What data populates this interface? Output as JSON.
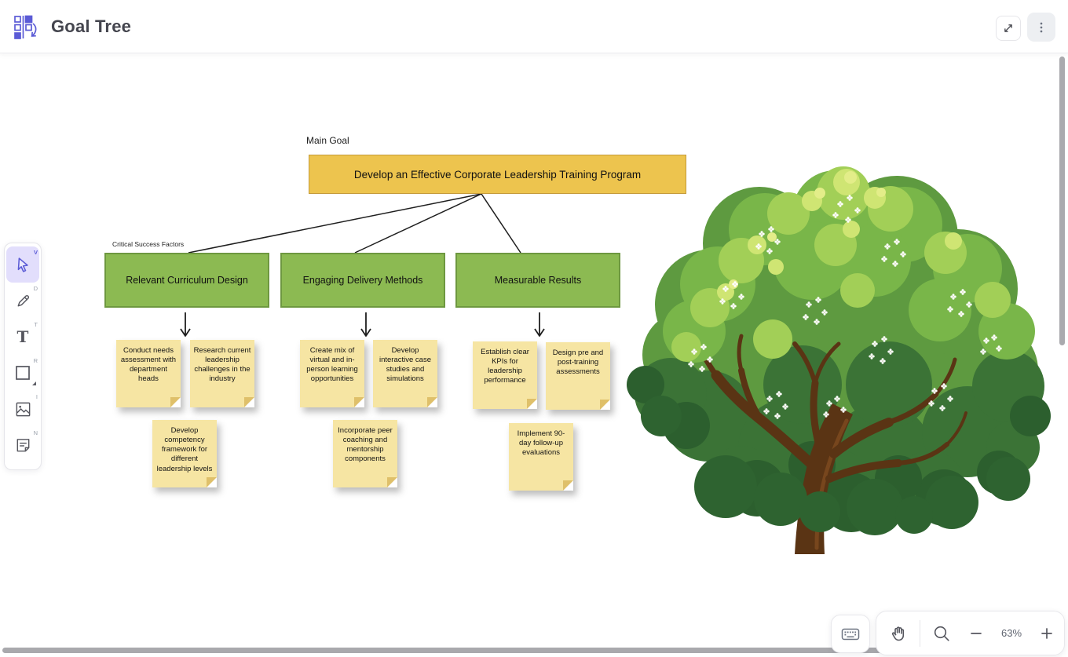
{
  "header": {
    "title": "Goal Tree"
  },
  "toolbar": {
    "tools": [
      {
        "id": "select",
        "shortcut": "V",
        "active": true
      },
      {
        "id": "draw",
        "shortcut": "D",
        "active": false
      },
      {
        "id": "text",
        "shortcut": "T",
        "active": false
      },
      {
        "id": "shape",
        "shortcut": "R",
        "active": false
      },
      {
        "id": "image",
        "shortcut": "I",
        "active": false
      },
      {
        "id": "note",
        "shortcut": "N",
        "active": false
      }
    ]
  },
  "diagram": {
    "main_goal_label": "Main Goal",
    "main_goal": "Develop an Effective Corporate Leadership Training Program",
    "factors_label": "Critical Success Factors",
    "factors": [
      {
        "title": "Relevant Curriculum Design",
        "notes": [
          "Conduct needs assessment with department heads",
          "Research current leadership challenges in the industry",
          "Develop competency framework for different leadership levels"
        ]
      },
      {
        "title": "Engaging Delivery Methods",
        "notes": [
          "Create mix of virtual and in-person learning opportunities",
          "Develop interactive case studies and simulations",
          "Incorporate peer coaching and mentorship components"
        ]
      },
      {
        "title": "Measurable Results",
        "notes": [
          "Establish clear KPIs for leadership performance",
          "Design pre and post-training assessments",
          "Implement 90-day follow-up evaluations"
        ]
      }
    ],
    "colors": {
      "goal_fill": "#EDC44E",
      "goal_border": "#C49A3A",
      "factor_fill": "#8CBA52",
      "factor_border": "#6E9840",
      "note_fill": "#F6E5A3",
      "note_fold": "#DFC06A",
      "connector": "#1F1F1F",
      "accent": "#5B5BD6"
    }
  },
  "canvas_objects": {
    "tree_image": "flowering-green-tree-illustration"
  },
  "view_controls": {
    "zoom_level": "63%"
  },
  "icons": {
    "logo": "goal-tree-logo",
    "expand": "expand-diagonal-arrows",
    "menu": "kebab-menu",
    "select": "cursor-arrow",
    "draw": "pencil",
    "text": "letter-T",
    "shape": "rectangle",
    "image": "image-frame",
    "note": "note-page",
    "keyboard": "keyboard",
    "pan": "hand",
    "zoom": "magnifier",
    "zoom_out": "minus",
    "zoom_in": "plus"
  }
}
